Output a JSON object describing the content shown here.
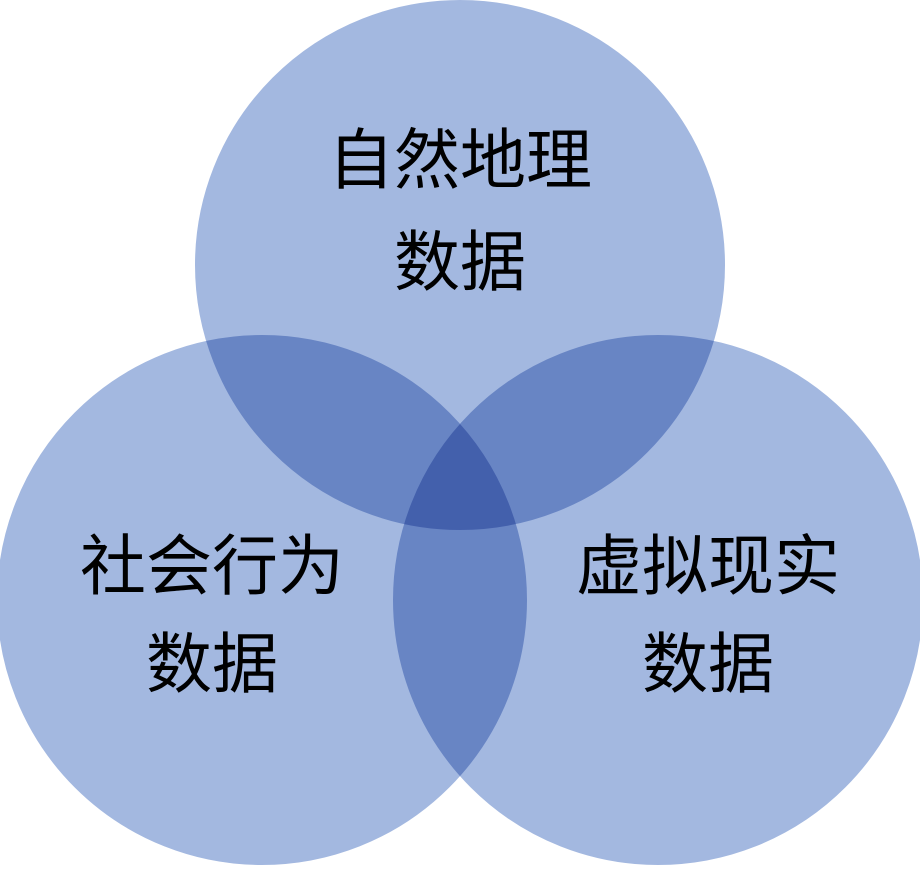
{
  "diagram": {
    "type": "venn",
    "fill_color": "#a3b8e0",
    "sets": [
      {
        "id": "top",
        "line1": "自然地理",
        "line2": "数据"
      },
      {
        "id": "left",
        "line1": "社会行为",
        "line2": "数据"
      },
      {
        "id": "right",
        "line1": "虚拟现实",
        "line2": "数据"
      }
    ]
  }
}
